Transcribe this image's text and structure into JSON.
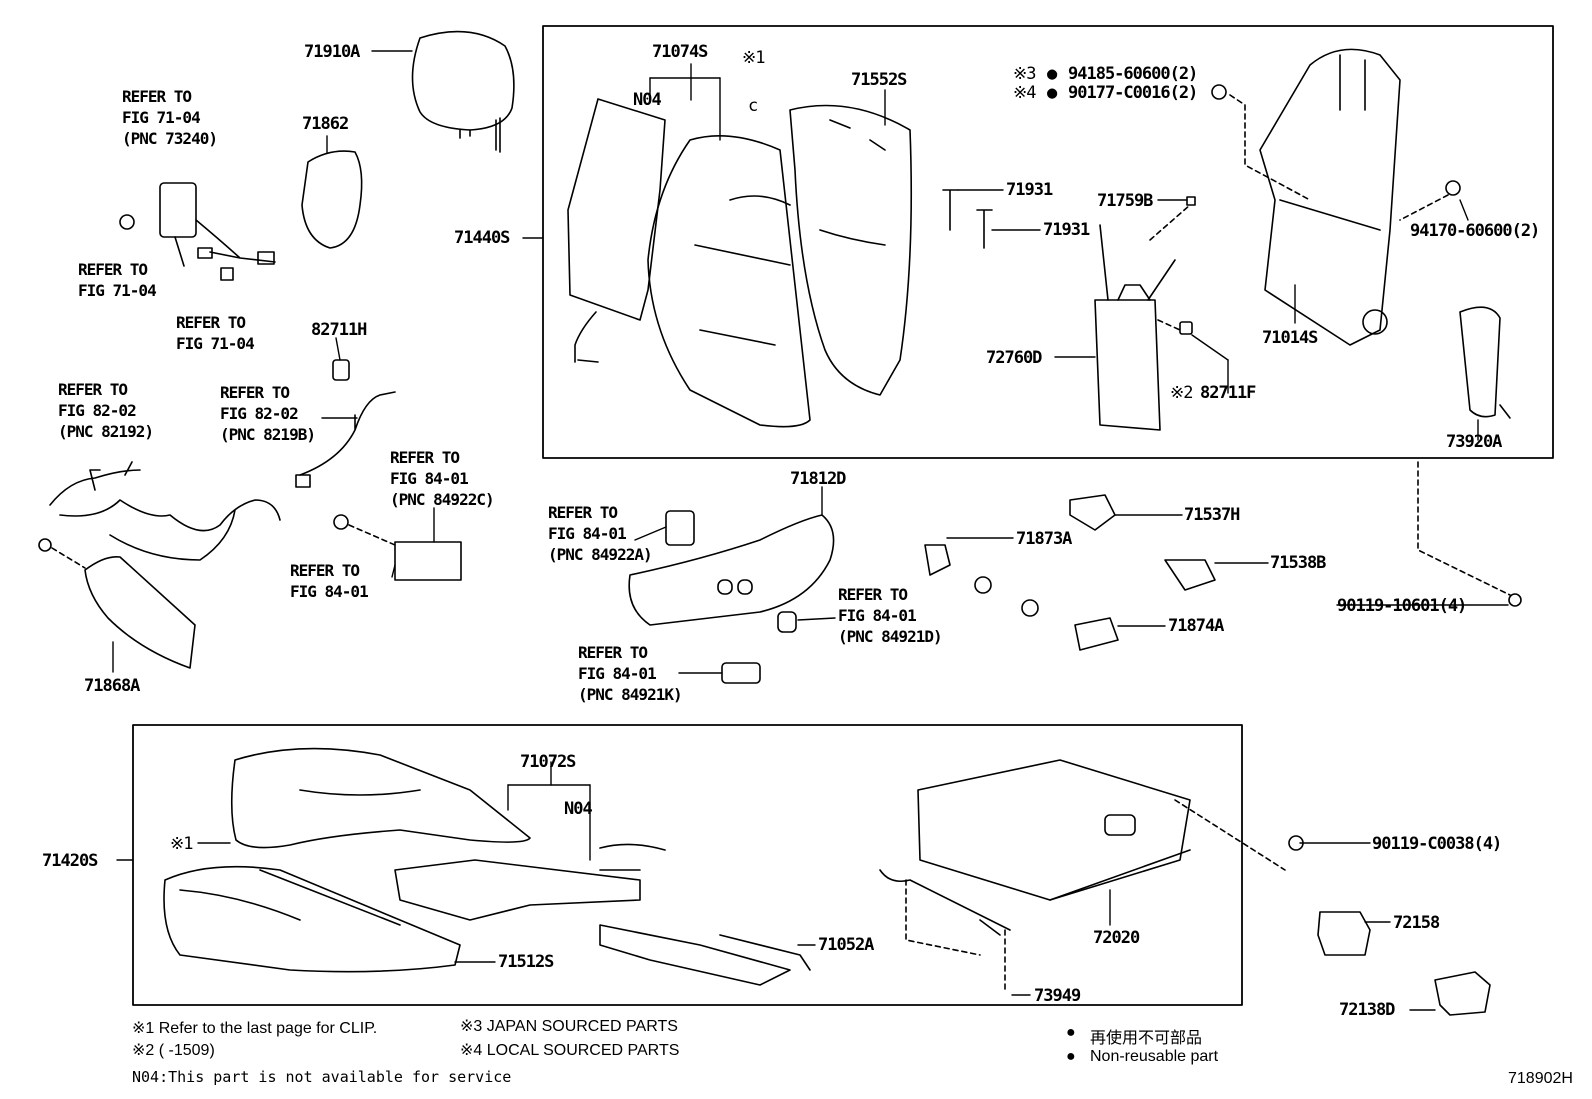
{
  "drawing_id": "718902H",
  "parts": {
    "p71910A": "71910A",
    "p71862": "71862",
    "p82711H": "82711H",
    "p71868A": "71868A",
    "p71074S": "71074S",
    "n04_top": "N04",
    "star1_top": "※1",
    "p71552S": "71552S",
    "p71440S": "71440S",
    "p71931a": "71931",
    "p71931b": "71931",
    "p71759B": "71759B",
    "p72760D": "72760D",
    "p82711F": "82711F",
    "star2_82711F": "※2",
    "j94185": "94185-60600(2)",
    "l90177": "90177-C0016(2)",
    "star3": "※3",
    "star4": "※4",
    "p71014S": "71014S",
    "p94170": "94170-60600(2)",
    "p73920A": "73920A",
    "p71812D": "71812D",
    "p71873A": "71873A",
    "p71537H": "71537H",
    "p71538B": "71538B",
    "p71874A": "71874A",
    "p90119_10601": "90119-10601(4)",
    "p71072S": "71072S",
    "n04_bottom": "N04",
    "p71420S": "71420S",
    "star1_bottom": "※1",
    "p71512S": "71512S",
    "p71052A": "71052A",
    "p72020": "72020",
    "p73949": "73949",
    "p90119_C0038": "90119-C0038(4)",
    "p72158": "72158",
    "p72138D": "72138D"
  },
  "refs": {
    "r1": [
      "REFER TO",
      "FIG 71-04",
      "(PNC 73240)"
    ],
    "r2": [
      "REFER TO",
      "FIG 71-04"
    ],
    "r3": [
      "REFER TO",
      "FIG 71-04"
    ],
    "r4": [
      "REFER TO",
      "FIG 82-02",
      "(PNC 82192)"
    ],
    "r5": [
      "REFER TO",
      "FIG 82-02",
      "(PNC 8219B)"
    ],
    "r6": [
      "REFER TO",
      "FIG 84-01",
      "(PNC 84922C)"
    ],
    "r7": [
      "REFER TO",
      "FIG 84-01"
    ],
    "r8": [
      "REFER TO",
      "FIG 84-01",
      "(PNC 84922A)"
    ],
    "r9": [
      "REFER TO",
      "FIG 84-01",
      "(PNC 84921D)"
    ],
    "r10": [
      "REFER TO",
      "FIG 84-01",
      "(PNC 84921K)"
    ]
  },
  "notes": {
    "n1": "※1 Refer to the last page for CLIP.",
    "n2": "※2 (     -1509)",
    "n3": "※3 JAPAN SOURCED PARTS",
    "n4": "※4 LOCAL SOURCED PARTS",
    "n5": "N04:This part is not available for service",
    "legend_jp": "再使用不可部品",
    "legend_en": "Non-reusable part"
  }
}
